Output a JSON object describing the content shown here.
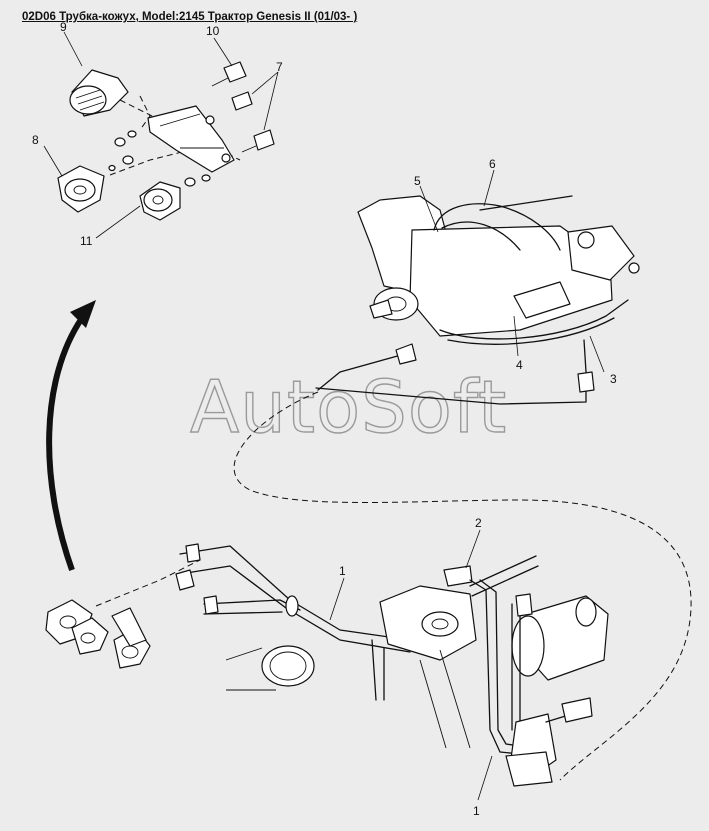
{
  "title": "02D06 Трубка-кожух, Model:2145 Трактор Genesis II (01/03- )",
  "watermark": "AutoSoft",
  "callouts": [
    "1",
    "1",
    "2",
    "3",
    "4",
    "5",
    "6",
    "7",
    "8",
    "9",
    "10",
    "11"
  ]
}
